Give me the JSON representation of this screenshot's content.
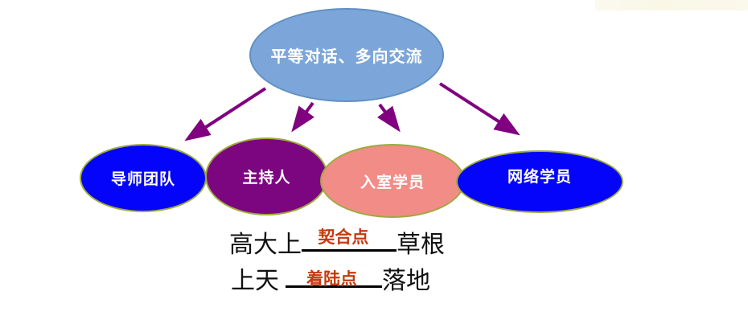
{
  "diagram": {
    "root_node": {
      "id": "equal-dialogue",
      "label": "平等对话、多向交流"
    },
    "nodes": [
      {
        "id": "mentor-team",
        "label": "导师团队",
        "color": "#0404FA"
      },
      {
        "id": "host",
        "label": "主持人",
        "color": "#7B0680"
      },
      {
        "id": "resident-trainee",
        "label": "入室学员",
        "color": "#F18C87"
      },
      {
        "id": "online-trainee",
        "label": "网络学员",
        "color": "#0404FA"
      }
    ]
  },
  "relations": [
    {
      "left": "高大上",
      "label": "契合点",
      "right": "草根"
    },
    {
      "left": "上天",
      "label": "着陆点",
      "right": "落地"
    }
  ],
  "colors": {
    "root-fill": "#7CA6D9",
    "root-border": "#6190C4",
    "node-blue": "#0404FA",
    "node-purple": "#7B0680",
    "node-pink": "#F18C87",
    "node-border": "#9FAA3E",
    "arrow": "#800080",
    "relation-label": "#C53A10",
    "text": "#111111"
  }
}
